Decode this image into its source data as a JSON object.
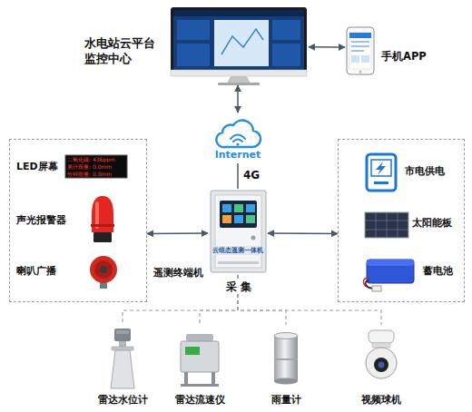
{
  "diagram": {
    "nodes": [
      {
        "text": [
          "水电站云平台 监控中心"
        ]
      },
      {
        "text": [
          "手机APP"
        ]
      },
      {
        "text": [
          "Internet"
        ]
      },
      {
        "text": []
      },
      {
        "text": [
          "LED屏幕"
        ],
        "in": 3
      },
      {
        "text": [
          "声光报警器"
        ],
        "in": 3
      },
      {
        "text": [
          "喇叭广播"
        ],
        "in": 3
      },
      {
        "text": [
          "云组态遥测一体机",
          "遥测终端机"
        ]
      },
      {
        "text": []
      },
      {
        "text": [
          "市电供电"
        ],
        "in": 8
      },
      {
        "text": [
          "太阳能板"
        ],
        "in": 8
      },
      {
        "text": [
          "蓄电池"
        ],
        "in": 8
      },
      {
        "text": [
          "雷达水位计"
        ]
      },
      {
        "text": [
          "雷达流速仪"
        ]
      },
      {
        "text": [
          "雨量计"
        ]
      },
      {
        "text": [
          "视频球机"
        ]
      }
    ],
    "edges": [
      {
        "from": 0,
        "to": 1,
        "arrow": "both"
      },
      {
        "from": 0,
        "to": 2,
        "arrow": "both"
      },
      {
        "from": 2,
        "to": 7,
        "arrow": "none",
        "label": "4G"
      },
      {
        "from": 3,
        "to": 7,
        "arrow": "both"
      },
      {
        "from": 7,
        "to": 8,
        "arrow": "both"
      },
      {
        "from": 7,
        "to": 12,
        "arrow": "none"
      },
      {
        "from": 7,
        "to": 13,
        "arrow": "none"
      },
      {
        "from": 7,
        "to": 14,
        "arrow": "none"
      },
      {
        "from": 7,
        "to": 15,
        "arrow": "none"
      }
    ],
    "labels": [
      "采 集",
      "二氧化碳: 436ppm",
      "累计雨量: 0.0mm",
      "分钟雨量: 0.0mm"
    ]
  }
}
